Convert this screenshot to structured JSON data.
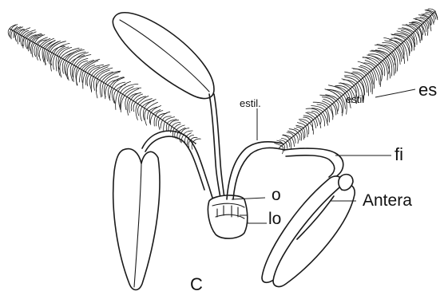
{
  "labels": {
    "estil_top": "estil.",
    "estil_right": "estil",
    "es": "es",
    "fi": "fi",
    "o": "o",
    "lo": "lo",
    "antera": "Antera",
    "panel": "C"
  },
  "colors": {
    "ink": "#1a1a1a",
    "background": "#ffffff"
  }
}
